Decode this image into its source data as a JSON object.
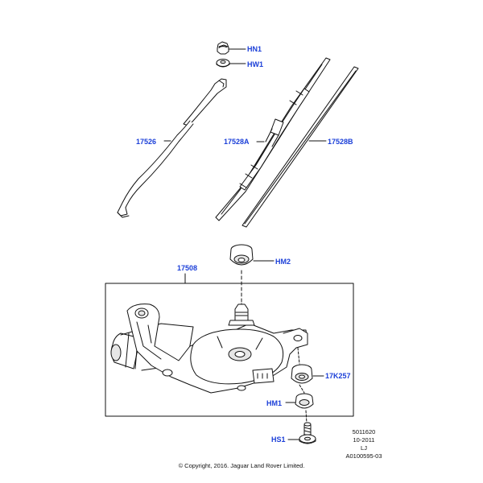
{
  "callouts": {
    "hn1": "HN1",
    "hw1": "HW1",
    "arm": "17526",
    "blade_a": "17528A",
    "blade_b": "17528B",
    "motor_box": "17508",
    "hm2": "HM2",
    "k257": "17K257",
    "hm1": "HM1",
    "hs1": "HS1"
  },
  "meta": {
    "code": "5011620",
    "date": "10-2011",
    "initials": "LJ",
    "ref": "A0100595-03"
  },
  "copyright": "© Copyright, 2016. Jaguar Land Rover Limited.",
  "colors": {
    "callout": "#1b3fd8",
    "line": "#111111",
    "fill": "#ffffff",
    "shade": "#e6e6e6"
  }
}
